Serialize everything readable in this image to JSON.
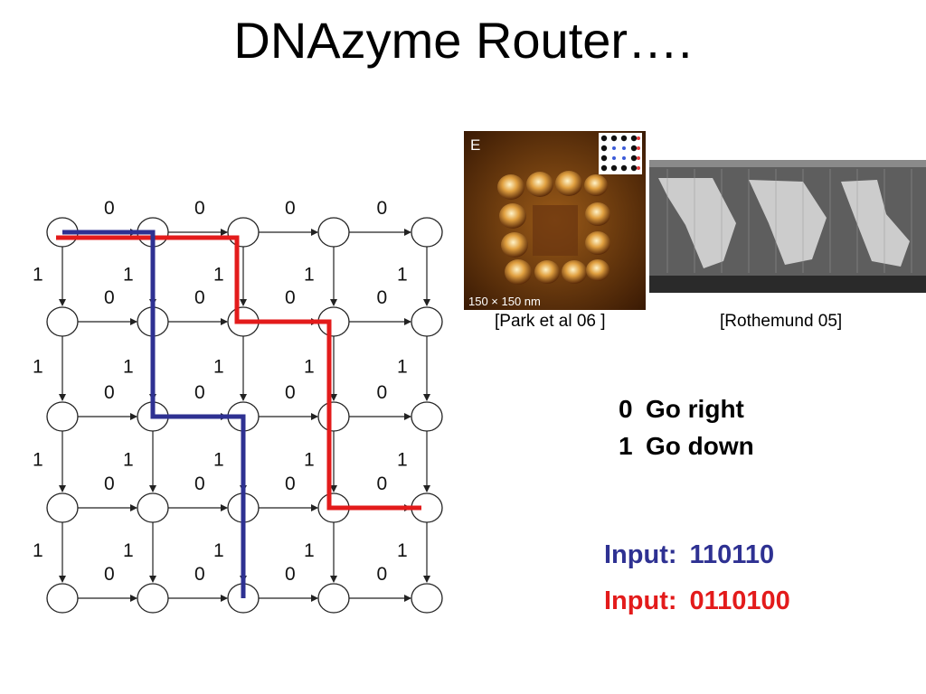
{
  "slide": {
    "title": "DNAzyme Router…."
  },
  "figures": {
    "afm_panel_letter": "E",
    "afm_scale_label": "150 × 150 nm",
    "afm_citation": "[Park et al 06 ]",
    "origami_citation": "[Rothemund 05]"
  },
  "legend": {
    "rows": [
      {
        "key": "0",
        "meaning": "Go right"
      },
      {
        "key": "1",
        "meaning": "Go down"
      }
    ]
  },
  "inputs": [
    {
      "label": "Input:",
      "value": "110110",
      "color": "#2e3192"
    },
    {
      "label": "Input:",
      "value": "0110100",
      "color": "#e31b1b"
    }
  ],
  "grid": {
    "h_labels": [
      [
        "0",
        "0",
        "0",
        "0"
      ],
      [
        "0",
        "0",
        "0",
        "0"
      ],
      [
        "0",
        "0",
        "0",
        "0"
      ],
      [
        "0",
        "0",
        "0",
        "0"
      ],
      [
        "0",
        "0",
        "0",
        "0"
      ]
    ],
    "v_labels": [
      [
        "1",
        "1",
        "1",
        "1",
        "1"
      ],
      [
        "1",
        "1",
        "1",
        "1",
        "1"
      ],
      [
        "1",
        "1",
        "1",
        "1",
        "1"
      ],
      [
        "1",
        "1",
        "1",
        "1",
        "1"
      ]
    ],
    "path_colors": {
      "blue": "#2e3192",
      "red": "#e31b1b"
    }
  }
}
